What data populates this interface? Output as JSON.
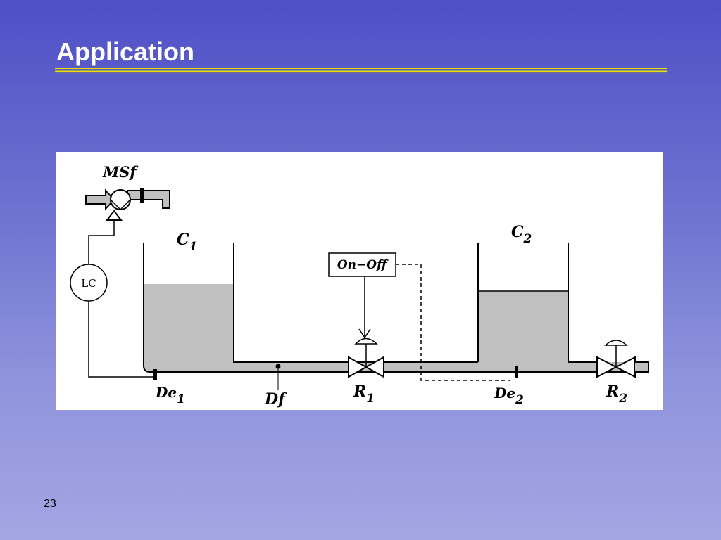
{
  "slide": {
    "title": "Application",
    "page_number": "23"
  },
  "colors": {
    "background_top": "#4f4fc6",
    "background_bottom": "#a3a6e2",
    "title_rule": "#e8e000",
    "liquid": "#c0c0c0",
    "panel": "#ffffff"
  },
  "diagram": {
    "pump_label": "MSf",
    "controller_label": "LC",
    "tank1": {
      "label": "C",
      "sub": "1"
    },
    "tank2": {
      "label": "C",
      "sub": "2"
    },
    "controller_box": "On−Off",
    "sensor1": {
      "label": "De",
      "sub": "1"
    },
    "sensor2": {
      "label": "De",
      "sub": "2"
    },
    "flow_sensor": "Df",
    "valve1": {
      "label": "R",
      "sub": "1"
    },
    "valve2": {
      "label": "R",
      "sub": "2"
    }
  }
}
